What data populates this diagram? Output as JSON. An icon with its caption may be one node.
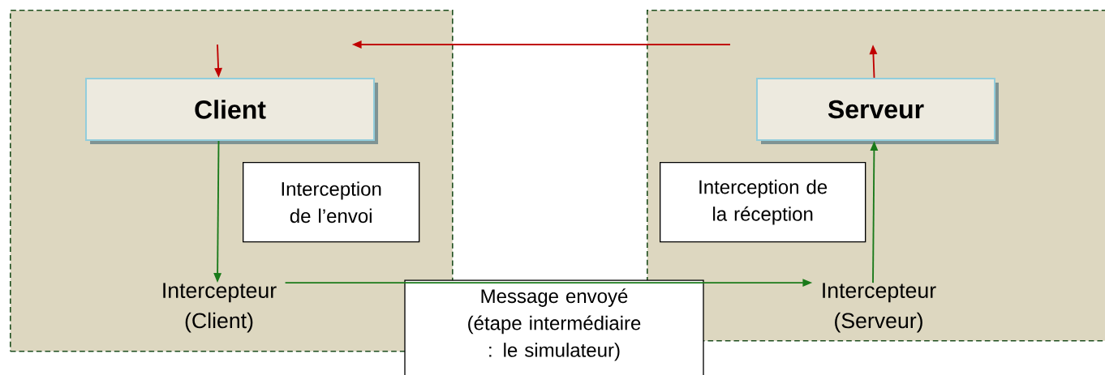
{
  "diagram": {
    "nodes": [
      {
        "text": [],
        "shape": "box"
      },
      {
        "text": [
          "Client"
        ],
        "in": 0
      },
      {
        "text": [
          "Interception de l’envoi"
        ],
        "in": 0
      },
      {
        "text": [
          "Intercepteur (Client)"
        ],
        "in": 0
      },
      {
        "text": [],
        "shape": "box"
      },
      {
        "text": [
          "Serveur"
        ],
        "in": 4
      },
      {
        "text": [
          "Interception de la réception"
        ],
        "in": 4
      },
      {
        "text": [
          "Intercepteur (Serveur)"
        ],
        "in": 4
      },
      {
        "text": [
          "Message envoyé (étape intermédiaire : le simulateur)"
        ]
      }
    ],
    "edges": [
      {
        "from": null,
        "to": 1,
        "arrow": "to",
        "color": "#c00000"
      },
      {
        "from": 1,
        "to": 3,
        "arrow": "to",
        "color": "#1a7a1a"
      },
      {
        "from": 3,
        "to": 7,
        "arrow": "to",
        "color": "#1a7a1a"
      },
      {
        "from": 7,
        "to": 5,
        "arrow": "to",
        "color": "#1a7a1a"
      },
      {
        "from": 5,
        "to": null,
        "arrow": "to",
        "color": "#c00000"
      },
      {
        "from": 4,
        "to": 0,
        "arrow": "to",
        "color": "#c00000"
      }
    ]
  }
}
